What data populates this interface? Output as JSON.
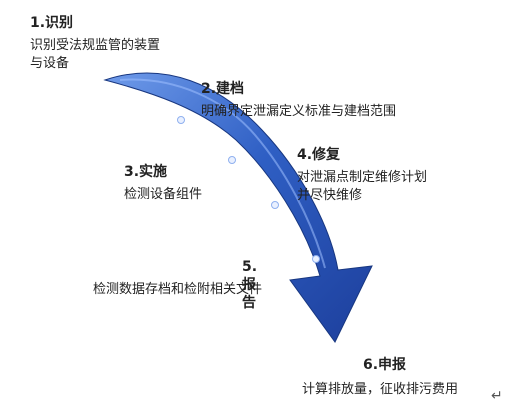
{
  "colors": {
    "arrow_dark": "#1d3f9c",
    "arrow_light": "#6f9bea",
    "dot": "#e9f0ff",
    "text": "#222222"
  },
  "steps": [
    {
      "title": "1.识别",
      "desc": [
        "识别受法规监管的装置",
        "与设备"
      ]
    },
    {
      "title": "2.建档",
      "desc": [
        "明确界定泄漏定义标准与建档范围"
      ]
    },
    {
      "title": "3.实施",
      "desc": [
        "检测设备组件"
      ]
    },
    {
      "title": "4.修复",
      "desc": [
        "对泄漏点制定维修计划",
        "并尽快维修"
      ]
    },
    {
      "title": "5.报告",
      "desc": [
        "检测数据存档和检附相关文件"
      ]
    },
    {
      "title": "6.申报",
      "desc": [
        "计算排放量，征收排污费用"
      ]
    }
  ],
  "return_mark": "↵"
}
